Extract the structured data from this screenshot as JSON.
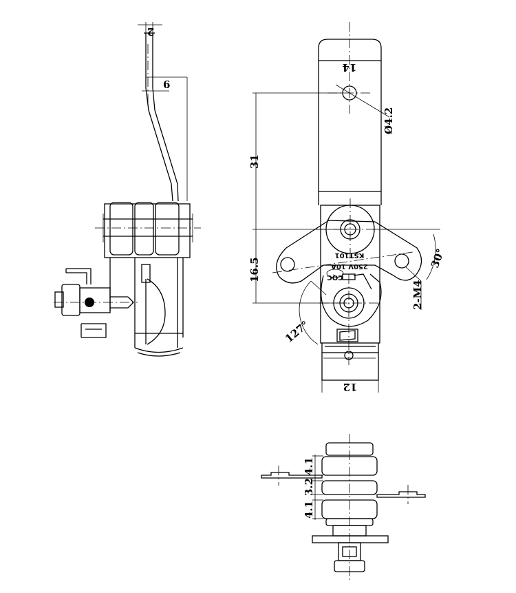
{
  "product": {
    "model": "KST101",
    "rating": "250V 10A",
    "logo_text": "CQC"
  },
  "dimensions": {
    "side_thickness": "2",
    "side_offset": "6",
    "top_width": "14",
    "hole_diameter": "Ø4.2",
    "vertical_length": "31",
    "center_distance": "16.5",
    "flange_angle": "30°",
    "mount_holes": "2-M4",
    "rotation_angle": "127°",
    "base_width": "12",
    "stack_1": "4.1",
    "stack_2": "3.2",
    "stack_3": "4.1"
  },
  "colors": {
    "line": "#000000",
    "background": "#ffffff"
  }
}
